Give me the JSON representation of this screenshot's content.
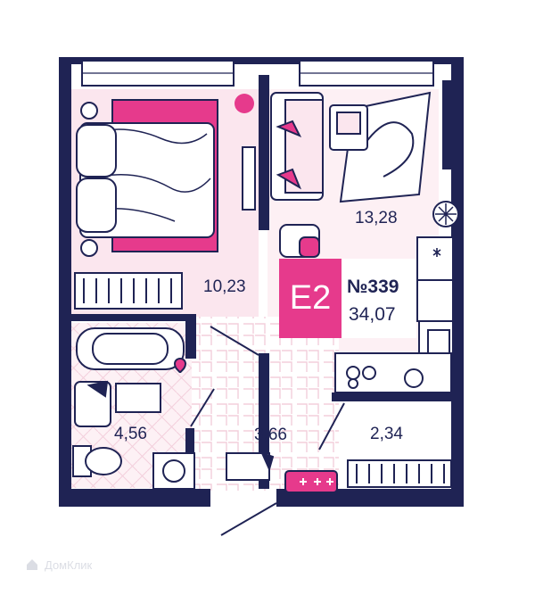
{
  "colors": {
    "wall": "#1f2354",
    "accent": "#e63a8c",
    "floor_tint": "#fbe6ee",
    "floor_tile": "#f3cfdc"
  },
  "apartment": {
    "type_label": "E2",
    "number_label": "№339",
    "total_area": "34,07"
  },
  "rooms": [
    {
      "id": "bedroom",
      "area": "10,23"
    },
    {
      "id": "living-kitchen",
      "area": "13,28"
    },
    {
      "id": "bathroom",
      "area": "4,56"
    },
    {
      "id": "hallway",
      "area": "3,66"
    },
    {
      "id": "balcony",
      "area": "2,34"
    }
  ],
  "watermark": {
    "text": "ДомКлик",
    "icon": "house-logo-icon"
  }
}
